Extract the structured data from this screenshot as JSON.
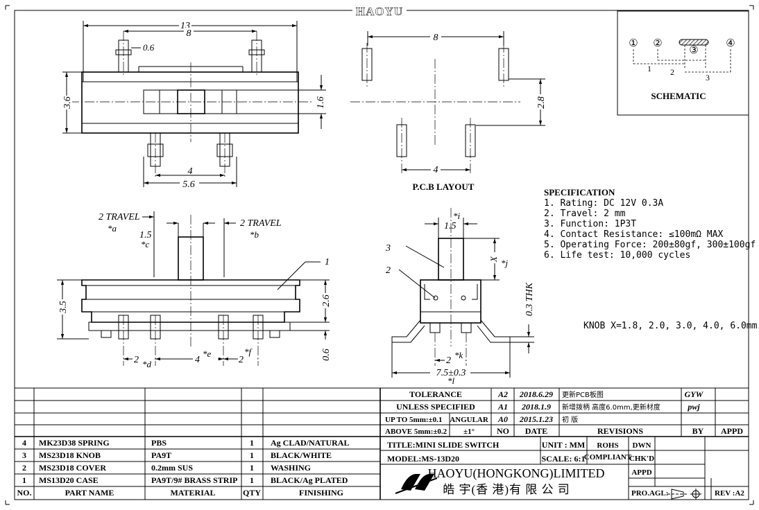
{
  "brand_logo_text": "HAOYU",
  "schematic": {
    "pins": [
      "①",
      "②",
      "③",
      "④"
    ],
    "dims": [
      "1",
      "2",
      "3"
    ],
    "label": "SCHEMATIC"
  },
  "top_view": {
    "d13": "13",
    "d8": "8",
    "d06": "0.6",
    "d36": "3.6",
    "d16": "1.6",
    "d4": "4",
    "d56": "5.6"
  },
  "pcb": {
    "d8": "8",
    "d28": "2.8",
    "d4": "4",
    "label": "P.C.B LAYOUT"
  },
  "spec": {
    "title": "SPECIFICATION",
    "lines": [
      "1. Rating: DC 12V 0.3A",
      "2. Travel: 2 mm",
      "3. Function: 1P3T",
      "4. Contact Resistance: ≤100mΩ MAX",
      "5. Operating Force: 200±80gf, 300±100gf",
      "6. Life test: 10,000 cycles"
    ],
    "knob": "KNOB X=1.8, 2.0, 3.0, 4.0, 6.0mm"
  },
  "front_view": {
    "travel_left": "2 TRAVEL",
    "travel_right": "2 TRAVEL",
    "a": "*a",
    "b": "*b",
    "c": "*c",
    "d": "*d",
    "e": "*e",
    "f": "*f",
    "d15": "1.5",
    "d35": "3.5",
    "d26": "2.6",
    "d06": "0.6",
    "d2a": "2",
    "d4": "4",
    "d2b": "2",
    "callout1": "1"
  },
  "side_view": {
    "d15": "1.5",
    "i": "*i",
    "x": "X",
    "j": "*j",
    "callout3": "3",
    "callout2": "2",
    "d03": "0.3 THK",
    "d2": "2",
    "k": "*k",
    "d75": "7.5±0.3",
    "l": "*l"
  },
  "title_block": {
    "tolerance": "TOLERANCE",
    "unless": "UNLESS   SPECIFIED",
    "upto": "UP TO 5mm:±0.1",
    "angular": "ANGULAR",
    "above": "ABOVE 5mm:±0.2",
    "angular_val": "±1°",
    "revisions": [
      {
        "rev": "A2",
        "date": "2018.6.29",
        "desc": "更新PCB板图",
        "by": "GYW"
      },
      {
        "rev": "A1",
        "date": "2018.1.9",
        "desc": "新增拨柄 高度6.0mm,更新材度",
        "by": "pwj"
      },
      {
        "rev": "A0",
        "date": "2015.1.23",
        "desc": "初  版",
        "by": ""
      }
    ],
    "hdr_no": "NO",
    "hdr_date": "DATE",
    "hdr_revisions": "REVISIONS",
    "hdr_by": "BY",
    "hdr_appd": "APPD",
    "title": "TITLE:MINI SLIDE SWITCH",
    "unit": "UNIT : MM",
    "rohs1": "ROHS",
    "rohs2": "COMPLIANT",
    "dwn": "DWN",
    "model": "MODEL:MS-13D20",
    "scale": "SCALE: 6:1",
    "chkd": "CHK'D",
    "appd": "APPD",
    "company_en": "HAOYU(HONGKONG)LIMITED",
    "company_cn": "皓 宇(香 港)有 限 公 司",
    "pro_agl": "PRO.AGL:",
    "rev": "REV :A2"
  },
  "bom": {
    "headers": [
      "NO.",
      "PART     NAME",
      "MATERIAL",
      "QTY",
      "FINISHING"
    ],
    "rows": [
      [
        "4",
        "MK23D38 SPRING",
        "PBS",
        "1",
        "Ag CLAD/NATURAL"
      ],
      [
        "3",
        "MS23D18 KNOB",
        "PA9T",
        "1",
        "BLACK/WHITE"
      ],
      [
        "2",
        "MS23D18 COVER",
        "0.2mm SUS",
        "1",
        "WASHING"
      ],
      [
        "1",
        "MS13D20 CASE",
        "PA9T/9# BRASS STRIP",
        "1",
        "BLACK/Ag PLATED"
      ]
    ]
  }
}
